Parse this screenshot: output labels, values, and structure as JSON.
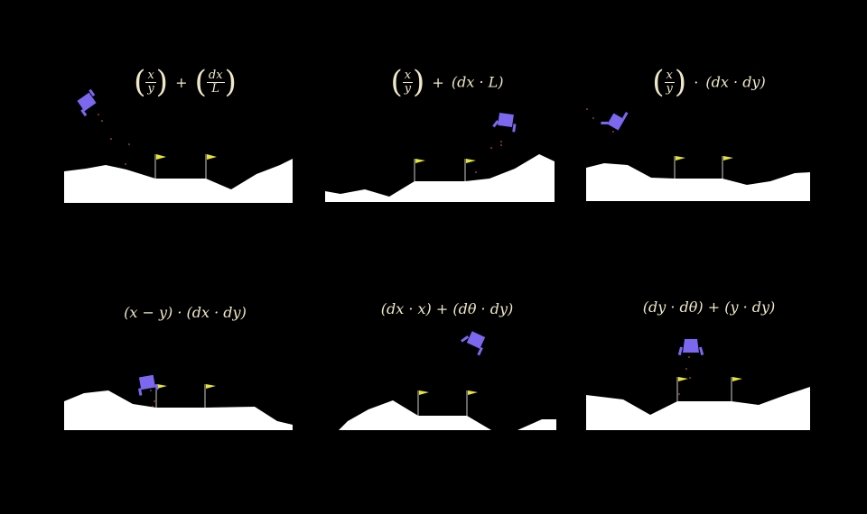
{
  "scene": "Lunar Lander environment grid (6 episodes with symbolic reward expressions)",
  "colors": {
    "background": "#000000",
    "terrain": "#ffffff",
    "lander": "#7b68ee",
    "flag": "#e6e632",
    "flagpole": "#cccccc",
    "formula_text": "#efe8c8",
    "exhaust": "#ff6a3d"
  },
  "panels": [
    {
      "id": "top-left",
      "formula": {
        "type": "frac-plus-frac",
        "a_num": "x",
        "a_den": "y",
        "op": "+",
        "b_num": "dx",
        "b_den": "L"
      }
    },
    {
      "id": "top-middle",
      "formula": {
        "type": "frac-op-paren",
        "a_num": "x",
        "a_den": "y",
        "op": "+",
        "b": "(dx · L)"
      }
    },
    {
      "id": "top-right",
      "formula": {
        "type": "frac-op-paren",
        "a_num": "x",
        "a_den": "y",
        "op": "·",
        "b": "(dx · dy)"
      }
    },
    {
      "id": "bottom-left",
      "formula": {
        "type": "plain",
        "text": "(x − y) · (dx · dy)"
      }
    },
    {
      "id": "bottom-middle",
      "formula": {
        "type": "plain",
        "text": "(dx · x) + (dθ · dy)"
      }
    },
    {
      "id": "bottom-right",
      "formula": {
        "type": "plain",
        "text": "(dy · dθ) + (y · dy)"
      }
    }
  ]
}
